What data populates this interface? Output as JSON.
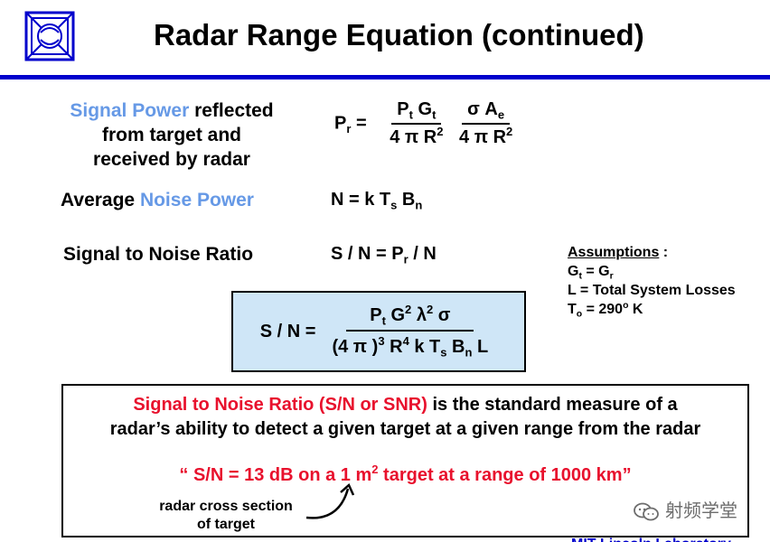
{
  "title": "Radar Range Equation (continued)",
  "colors": {
    "rule": "#0000cc",
    "highlight": "#6699e6",
    "red": "#e8112d",
    "box": "#cfe6f7"
  },
  "labels": {
    "signal_power": "Signal Power",
    "signal_rest_1": " reflected",
    "signal_line_2": "from target and",
    "signal_line_3": "received by radar",
    "average": "Average ",
    "noise_power": "Noise Power",
    "snr": "Signal to Noise Ratio"
  },
  "eq_pr": {
    "lhs_main": "P",
    "lhs_sub": "r",
    "eq": " =",
    "f1_num_a": "P",
    "f1_num_a_sub": "t",
    "f1_num_b": " G",
    "f1_num_b_sub": "t",
    "f1_den": "4 π R",
    "f1_den_sup": "2",
    "f2_num": "σ A",
    "f2_num_sub": "e",
    "f2_den": "4 π R",
    "f2_den_sup": "2"
  },
  "eq_n": {
    "lhs": "N = k T",
    "ts_sub": "s",
    "b": " B",
    "bn_sub": "n"
  },
  "eq_sn": {
    "lhs": "S / N = P",
    "pr_sub": "r",
    "rest": " / N"
  },
  "assumptions": {
    "heading": "Assumptions",
    "colon": " :",
    "l1_a": "G",
    "l1_a_sub": "t",
    "l1_b": " = G",
    "l1_b_sub": "r",
    "l2": "L = Total System Losses",
    "l3_a": "T",
    "l3_a_sub": "o",
    "l3_b": " = 290",
    "l3_sup": "o",
    "l3_c": " K"
  },
  "sn_equation": {
    "lhs": "S / N = ",
    "num_p": "P",
    "num_p_sub": "t",
    "num_g": " G",
    "num_g_sup": "2",
    "num_l": " λ",
    "num_l_sup": "2",
    "num_s": " σ",
    "den_a": "(4 π )",
    "den_a_sup": "3",
    "den_r": " R",
    "den_r_sup": "4",
    "den_kt": " k T",
    "den_ts_sub": "s",
    "den_b": " B",
    "den_bn_sub": "n",
    "den_l": " L"
  },
  "definition": {
    "red_part": "Signal to Noise Ratio (S/N or SNR)",
    "rest_1": " is the standard measure of a",
    "line_2": "radar’s ability to detect a given target at a given range from the radar",
    "example_a": "“ S/N = 13 dB on a 1 m",
    "example_sup": "2",
    "example_b": " target at a range of 1000 km”",
    "rcs_1": "radar cross section",
    "rcs_2": "of target"
  },
  "watermark": "射频学堂",
  "footer_fragment": "MIT Lincoln Laboratory"
}
